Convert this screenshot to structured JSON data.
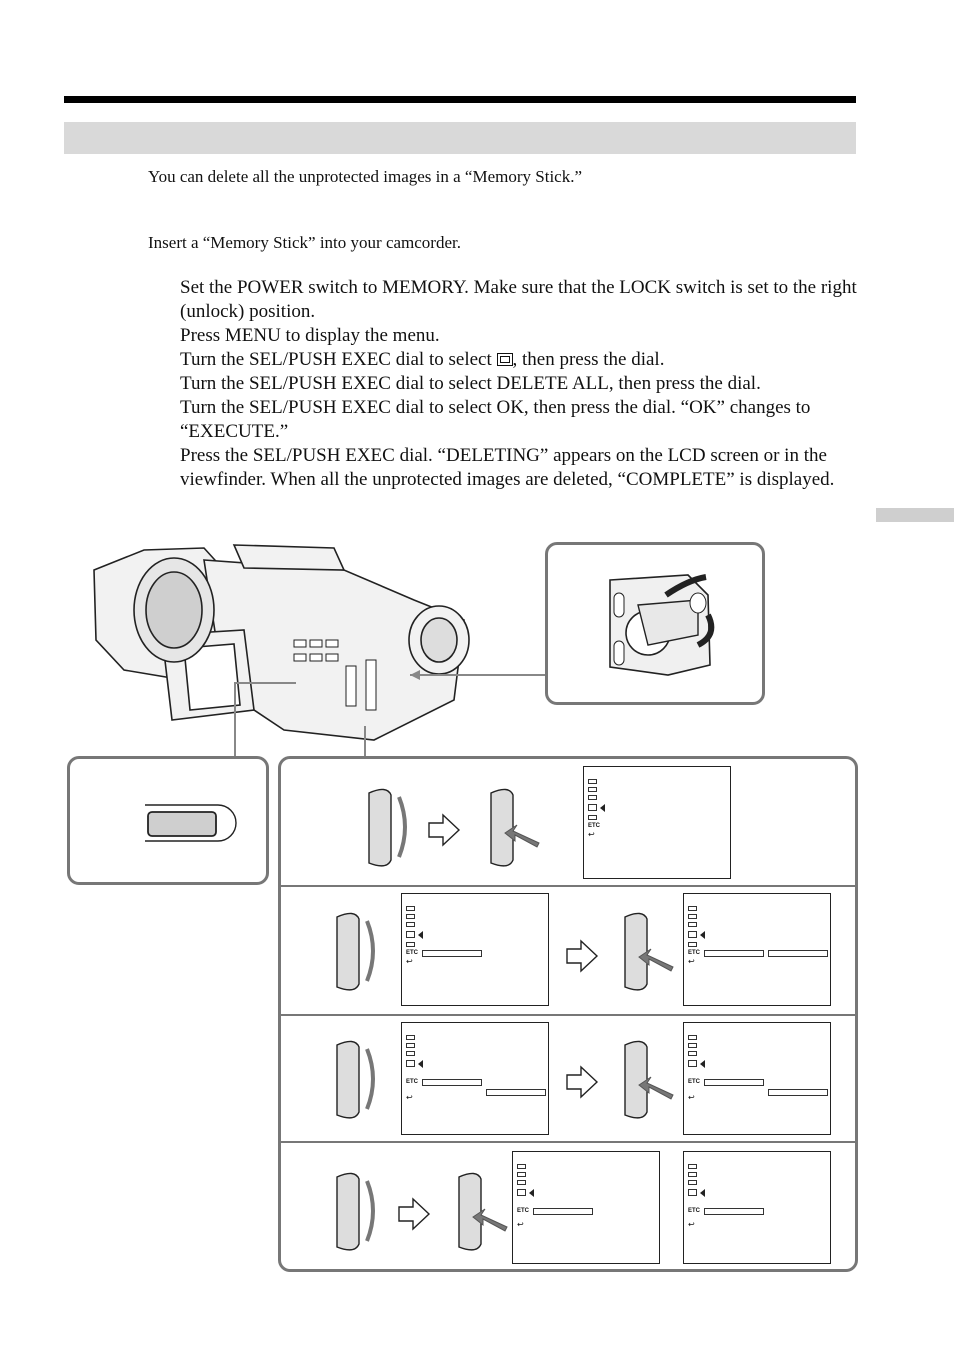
{
  "page": {
    "intro": "You can delete all the unprotected images in a “Memory Stick.”",
    "insert": "Insert a “Memory Stick” into your camcorder."
  },
  "steps": [
    {
      "before": "Set the POWER switch to MEMORY. Make sure that the LOCK switch is set to the right (unlock) position.",
      "after": ""
    },
    {
      "before": "Press MENU to display the menu.",
      "after": ""
    },
    {
      "before": "Turn the SEL/PUSH EXEC dial to select ",
      "icon": "memory-menu-icon",
      "after": ", then press the dial."
    },
    {
      "before": "Turn the SEL/PUSH EXEC dial to select DELETE ALL, then press the dial.",
      "after": ""
    },
    {
      "before": "Turn the SEL/PUSH EXEC dial to select OK, then press the dial. “OK” changes to “EXECUTE.”",
      "after": ""
    },
    {
      "before": "Press the SEL/PUSH EXEC dial. “DELETING” appears on the LCD screen or in the viewfinder. When all the unprotected images are deleted, “COMPLETE” is displayed.",
      "after": ""
    }
  ],
  "colors": {
    "rule": "#000000",
    "band": "#d9d9d9",
    "frame": "#777777"
  },
  "illustration": {
    "camcorder": "camcorder-illustration",
    "power_switch": "power-switch-illustration",
    "menu_button": "menu-button-illustration",
    "dial": "sel-push-exec-dial-illustration"
  }
}
